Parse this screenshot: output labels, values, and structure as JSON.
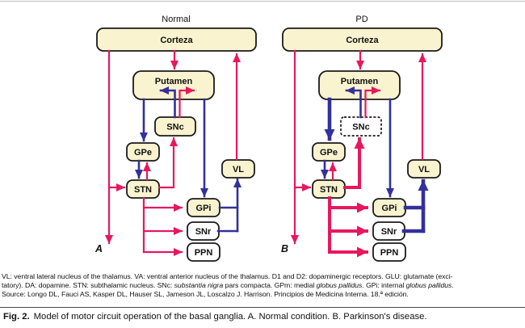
{
  "panels": {
    "a": {
      "title": "Normal",
      "label": "A"
    },
    "b": {
      "title": "PD",
      "label": "B"
    }
  },
  "nodes": {
    "cortex": "Corteza",
    "putamen": "Putamen",
    "snc": "SNc",
    "gpe": "GPe",
    "stn": "STN",
    "vl": "VL",
    "gpi": "GPi",
    "snr": "SNr",
    "ppn": "PPN"
  },
  "colors": {
    "excitatory": "#E8175D",
    "inhibitory": "#33309B",
    "node_fill": "#FAF3CF",
    "node_fill_alt": "#FFFFFF",
    "node_stroke": "#1A1A1A"
  },
  "legend": {
    "line1": "VL: ventral lateral nucleus of the thalamus. VA: ventral anterior nucleus of the thalamus. D1 and D2: dopaminergic receptors. GLU: glutamate (exci-",
    "line2": {
      "p1": "tatory). DA: dopamine. STN: subthalamic nucleus. SNc: ",
      "i1": "substantia nigra",
      "p2": " pars compacta. GPm: medial ",
      "i2": "globus pallidus",
      "p3": ". GPi: internal ",
      "i3": "globus pallidus",
      "p4": "."
    },
    "line3": "Source: Longo DL, Fauci AS, Kasper DL, Hauser SL, Jameson JL, Loscalzo J. Harrison. Principios de Medicina Interna. 18.ª edición."
  },
  "caption": {
    "fig_label": "Fig. 2.",
    "text": "Model of motor circuit operation of the basal ganglia. A. Normal condition. B. Parkinson's disease."
  }
}
